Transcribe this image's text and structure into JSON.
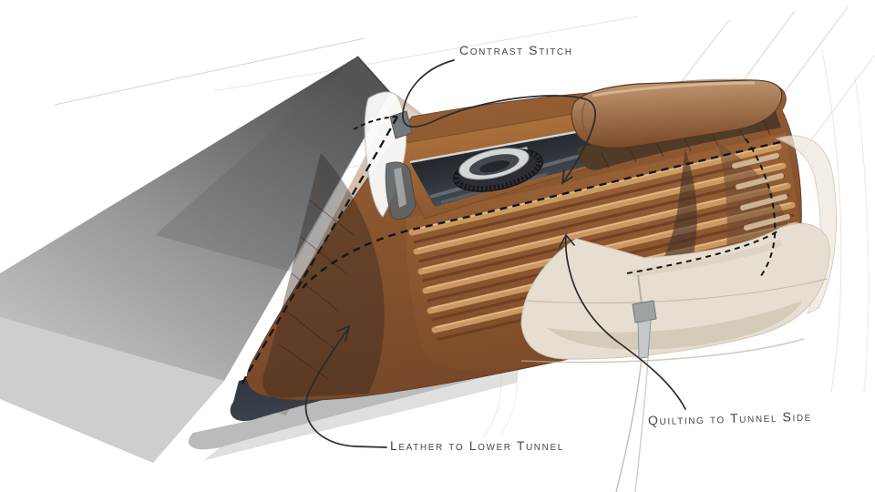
{
  "page": {
    "background": "#ffffff",
    "type": "interior-design-sketch"
  },
  "annotations": {
    "contrast_stitch": "Contrast Stitch",
    "leather_lower_tunnel": "Leather to Lower Tunnel",
    "quilting_tunnel_side": "Quilting to Tunnel Side"
  },
  "palette": {
    "leather_mid": "#9a6236",
    "leather_light": "#cf9c66",
    "leather_highlight": "#e8c296",
    "leather_dark": "#5c3a22",
    "shadow_maroon": "#46322a",
    "display_panel_dark": "#17191d",
    "metal_silver": "#cfd3d4",
    "navy_shadow": "#252a33",
    "floor_gray": "#8f9192",
    "dash_wedge_gray": "#54565a",
    "trim_tan": "#d3bda9",
    "seat_beige": "#e6dfd1",
    "stitch_black": "#161616",
    "pencil_gray": "#c9c5bf",
    "ink": "#454545"
  }
}
